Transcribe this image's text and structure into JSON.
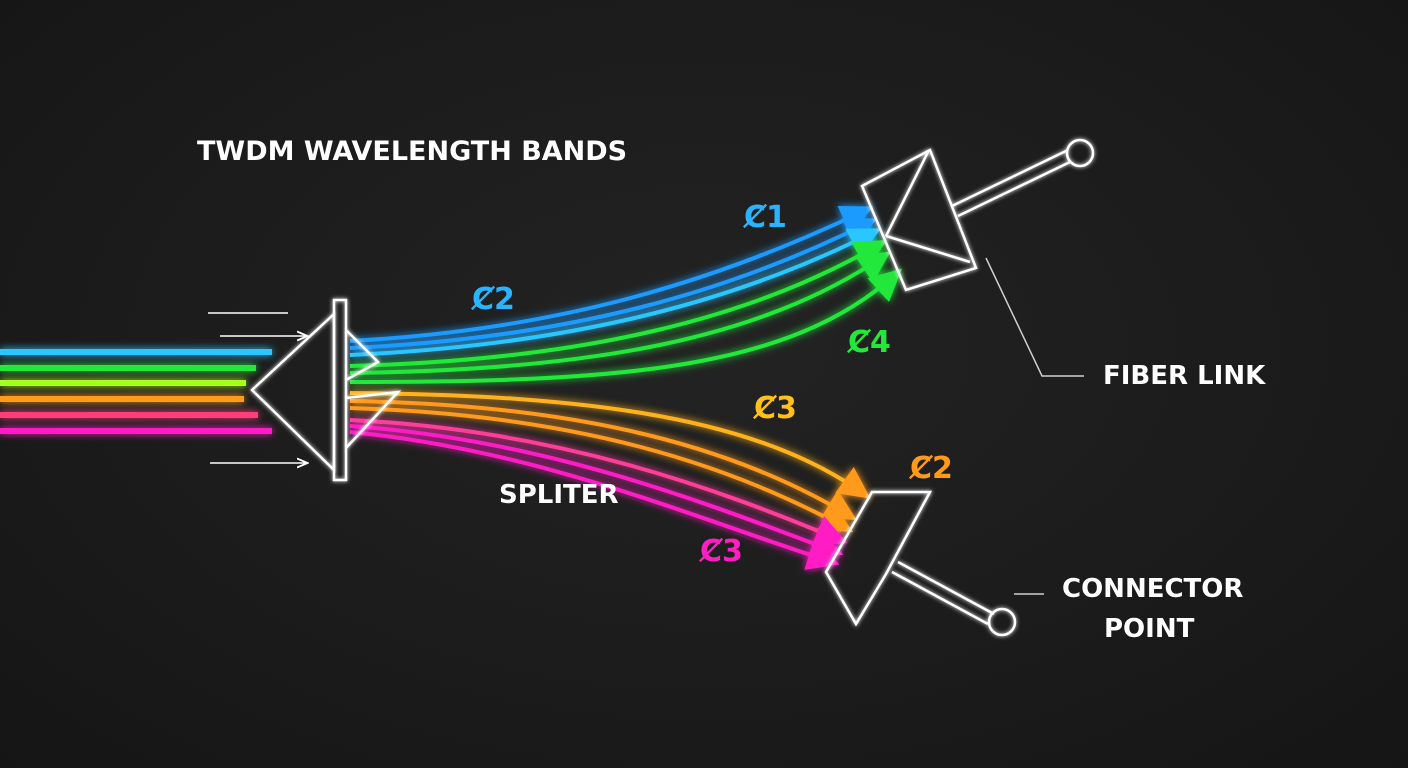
{
  "labels": {
    "title": "TWDM WAVELENGTH BANDS",
    "splitter": "SPLITER",
    "fiber_link": "FIBER LINK",
    "connector_line1": "CONNECTOR",
    "connector_line2": "POINT"
  },
  "channels": {
    "upper_1": "Ȼ1",
    "upper_2": "Ȼ2",
    "upper_4": "Ȼ4",
    "lower_3_orange": "Ȼ3",
    "lower_2": "Ȼ2",
    "lower_3_magenta": "Ȼ3"
  },
  "colors": {
    "blue": "#1e9bff",
    "cyan": "#2ac6ff",
    "green": "#22e83a",
    "lime": "#7cff1a",
    "yellow": "#ffd21a",
    "orange": "#ff9a1a",
    "pink": "#ff3d9a",
    "magenta": "#ff1ec4",
    "wire": "#ffffff",
    "background": "#1c1c1c"
  }
}
